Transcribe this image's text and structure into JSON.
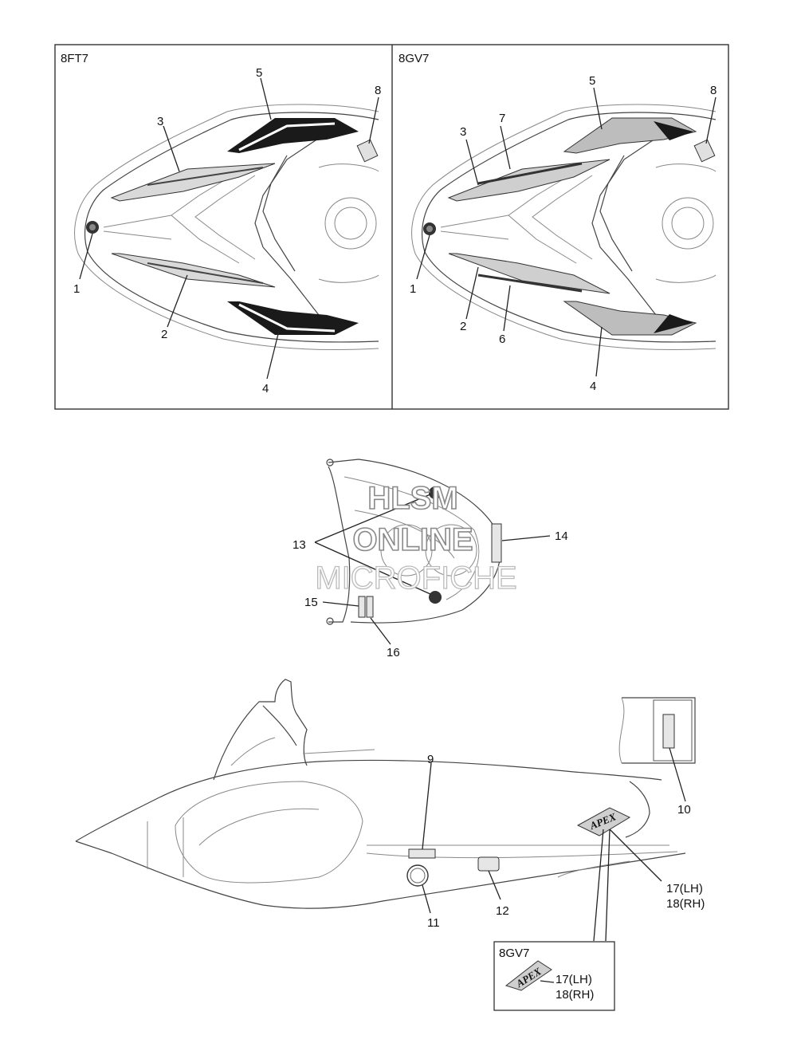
{
  "panels": [
    {
      "id": "left",
      "title": "8FT7"
    },
    {
      "id": "right",
      "title": "8GV7"
    }
  ],
  "left_callouts": [
    "1",
    "2",
    "3",
    "4",
    "5",
    "8"
  ],
  "right_callouts": [
    "1",
    "2",
    "3",
    "4",
    "5",
    "6",
    "7",
    "8"
  ],
  "middle_callouts": [
    "13",
    "14",
    "15",
    "16"
  ],
  "side_callouts": [
    "9",
    "10",
    "11",
    "12",
    "17(LH)",
    "18(RH)"
  ],
  "inset": {
    "title": "8GV7",
    "logo_text": "APEX",
    "labels": [
      "17(LH)",
      "18(RH)"
    ]
  },
  "side_logo_text": "APEX",
  "watermark": [
    "HLSM",
    "ONLINE",
    "MICROFICHE"
  ]
}
